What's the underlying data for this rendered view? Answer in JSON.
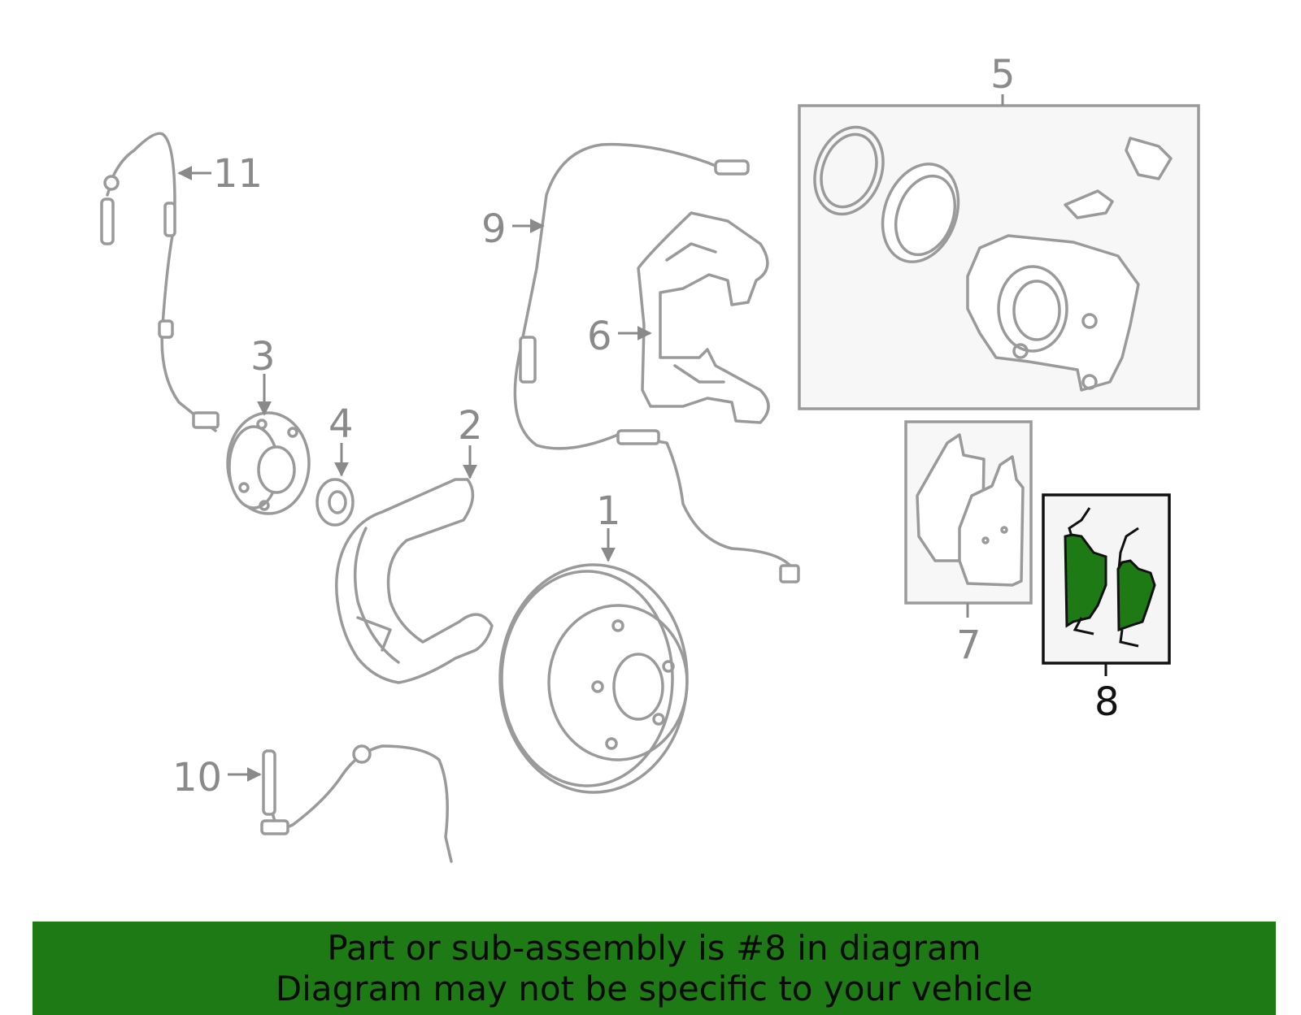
{
  "callouts": {
    "c1": "1",
    "c2": "2",
    "c3": "3",
    "c4": "4",
    "c5": "5",
    "c6": "6",
    "c7": "7",
    "c8": "8",
    "c9": "9",
    "c10": "10",
    "c11": "11"
  },
  "highlighted_part": "8",
  "banner": {
    "line1": "Part or sub-assembly is #8 in diagram",
    "line2": "Diagram may not be specific to your vehicle"
  },
  "colors": {
    "banner_bg": "#1e7a14",
    "highlight_fill": "#1e7a14",
    "part_stroke": "#9a9a9a"
  }
}
